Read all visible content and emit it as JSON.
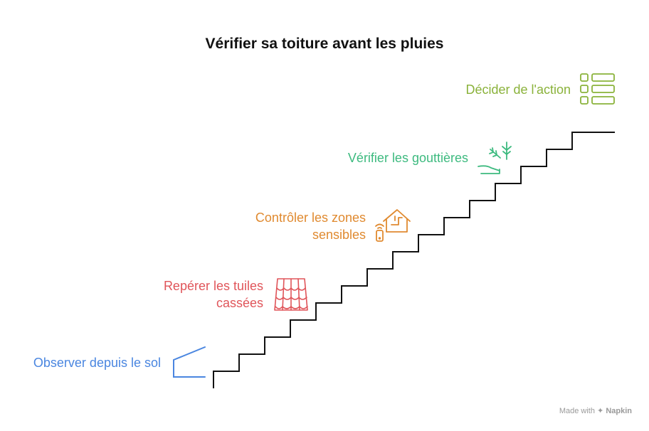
{
  "title": "Vérifier sa toiture avant les pluies",
  "steps": [
    {
      "label_lines": [
        "Décider de l'action"
      ],
      "color": "#8ab23a",
      "icon": "list-icon"
    },
    {
      "label_lines": [
        "Vérifier les gouttières"
      ],
      "color": "#3dba7f",
      "icon": "gutter-plant-icon"
    },
    {
      "label_lines": [
        "Contrôler les zones",
        "sensibles"
      ],
      "color": "#e08a30",
      "icon": "smart-home-icon"
    },
    {
      "label_lines": [
        "Repérer les tuiles",
        "cassées"
      ],
      "color": "#e0555a",
      "icon": "roof-tiles-icon"
    },
    {
      "label_lines": [
        "Observer depuis le sol"
      ],
      "color": "#4a86e0",
      "icon": "angle-view-icon"
    }
  ],
  "footer": {
    "prefix": "Made with",
    "brand": "Napkin"
  }
}
